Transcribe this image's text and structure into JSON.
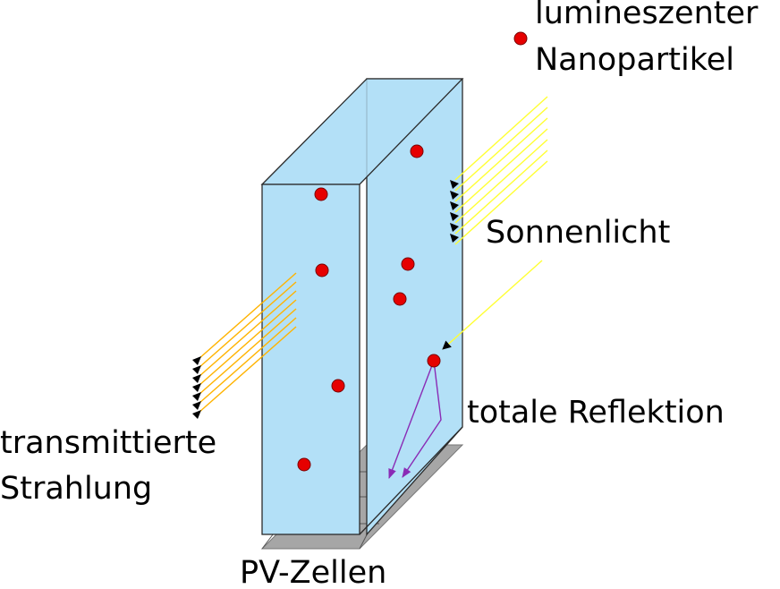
{
  "labels": {
    "nanoparticles_line1": "lumineszenter",
    "nanoparticles_line2": "Nanopartikel",
    "sunlight": "Sonnenlicht",
    "total_reflection": "totale Reflektion",
    "transmitted_line1": "transmittierte",
    "transmitted_line2": "Strahlung",
    "pv_cells": "PV-Zellen"
  },
  "colors": {
    "slab_fill": "#b3e0f7",
    "slab_stroke": "#2b2b2b",
    "particle": "#e60000",
    "sunlight": "#ffff33",
    "transmitted": "#ffb300",
    "reflection": "#8a2bb5",
    "pv_cell": "#a6a6a6"
  }
}
